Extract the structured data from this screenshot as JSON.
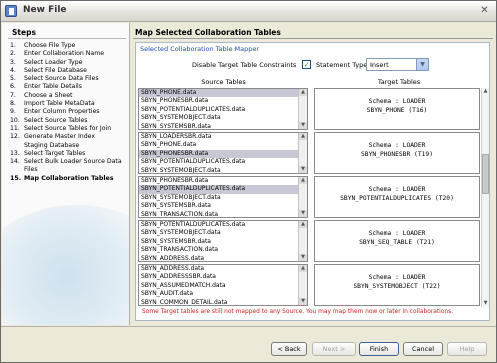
{
  "window": {
    "title": "New File",
    "close_glyph": "✕"
  },
  "steps": {
    "heading": "Steps",
    "items": [
      {
        "num": "1.",
        "label": "Choose File Type"
      },
      {
        "num": "2.",
        "label": "Enter Collaboration Name"
      },
      {
        "num": "3.",
        "label": "Select Loader Type"
      },
      {
        "num": "4.",
        "label": "Select File Database"
      },
      {
        "num": "5.",
        "label": "Select Source Data Files"
      },
      {
        "num": "6.",
        "label": "Enter Table Details"
      },
      {
        "num": "7.",
        "label": "Choose a Sheet"
      },
      {
        "num": "8.",
        "label": "Import Table MetaData"
      },
      {
        "num": "9.",
        "label": "Enter Column Properties"
      },
      {
        "num": "10.",
        "label": "Select Source Tables"
      },
      {
        "num": "11.",
        "label": "Select Source Tables for Join"
      },
      {
        "num": "12.",
        "label": "Generate Master Index"
      },
      {
        "num": "",
        "label": "Staging Database"
      },
      {
        "num": "13.",
        "label": "Select Target Tables"
      },
      {
        "num": "14.",
        "label": "Select Bulk Loader Source Data"
      },
      {
        "num": "",
        "label": "Files"
      },
      {
        "num": "15.",
        "label": "Map Collaboration Tables"
      }
    ]
  },
  "main": {
    "title": "Map Selected Collaboration Tables",
    "group_title": "Selected Collaboration Table Mapper",
    "disable_label": "Disable Target Table Constraints",
    "disable_checked": "✓",
    "statement_label": "Statement Type",
    "statement_value": "Insert",
    "col_source": "Source Tables",
    "col_target": "Target Tables",
    "mappings": [
      {
        "sources": [
          "SBYN_PHONE.data",
          "SBYN_PHONESBR.data",
          "SBYN_POTENTIALDUPLICATES.data",
          "SBYN_SYSTEMOBJECT.data",
          "SBYN_SYSTEMSBR.data"
        ],
        "selected": 0,
        "schema": "Schema : LOADER",
        "target": "SBYN_PHONE (T16)"
      },
      {
        "sources": [
          "SBYN_LOADERSBR.data",
          "SBYN_PHONE.data",
          "SBYN_PHONESBR.data",
          "SBYN_POTENTIALDUPLICATES.data",
          "SBYN_SYSTEMOBJECT.data"
        ],
        "selected": 2,
        "schema": "Schema : LOADER",
        "target": "SBYN_PHONESBR (T19)"
      },
      {
        "sources": [
          "SBYN_PHONESBR.data",
          "SBYN_POTENTIALDUPLICATES.data",
          "SBYN_SYSTEMOBJECT.data",
          "SBYN_SYSTEMSBR.data",
          "SBYN_TRANSACTION.data"
        ],
        "selected": 1,
        "schema": "Schema : LOADER",
        "target": "SBYN_POTENTIALDUPLICATES (T20)"
      },
      {
        "sources": [
          "SBYN_POTENTIALDUPLICATES.data",
          "SBYN_SYSTEMOBJECT.data",
          "SBYN_SYSTEMSBR.data",
          "SBYN_TRANSACTION.data",
          "SBYN_ADDRESS.data"
        ],
        "selected": -1,
        "schema": "Schema : LOADER",
        "target": "SBYN_SEQ_TABLE (T21)"
      },
      {
        "sources": [
          "SBYN_ADDRESS.data",
          "SBYN_ADDRESSSBR.data",
          "SBYN_ASSUMEDMATCH.data",
          "SBYN_AUDIT.data",
          "SBYN_COMMON_DETAIL.data"
        ],
        "selected": -1,
        "schema": "Schema : LOADER",
        "target": "SBYN_SYSTEMOBJECT (T22)"
      }
    ],
    "warning": "Some Target tables are still not mapped to any Source. You may map them now or later in collaborations."
  },
  "footer": {
    "back": "< Back",
    "next": "Next >",
    "finish": "Finish",
    "cancel": "Cancel",
    "help": "Help"
  }
}
